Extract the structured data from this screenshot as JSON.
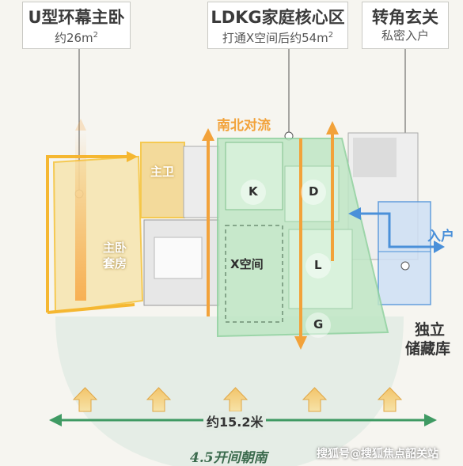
{
  "callouts": {
    "master": {
      "title": "U型环幕主卧",
      "subtitle": "约26m",
      "sup": "2"
    },
    "ldkg": {
      "title": "LDKG家庭核心区",
      "subtitle": "打通X空间后约54m",
      "sup": "2"
    },
    "foyer": {
      "title": "转角玄关",
      "subtitle": "私密入户"
    }
  },
  "labels": {
    "airflow": "南北对流",
    "entrance": "入户",
    "storage_line1": "独立",
    "storage_line2": "储藏库",
    "master_bath": "主卫",
    "master_suite_1": "主卧",
    "master_suite_2": "套房",
    "k": "K",
    "d": "D",
    "x_space": "X空间",
    "l": "L",
    "g": "G",
    "width": "约15.2米",
    "south": "4.5开间朝南",
    "watermark": "搜狐号@搜狐焦点韶关站"
  },
  "colors": {
    "accent_orange": "#f2a23a",
    "master_yellow": "#f5c542",
    "ldkg_green": "#8fd19e",
    "entry_blue": "#4a90d9",
    "width_arrow": "#3f9a63"
  },
  "icons": [
    "sun-arrow-icon",
    "sun-arrow-icon",
    "sun-arrow-icon",
    "sun-arrow-icon",
    "sun-arrow-icon"
  ]
}
